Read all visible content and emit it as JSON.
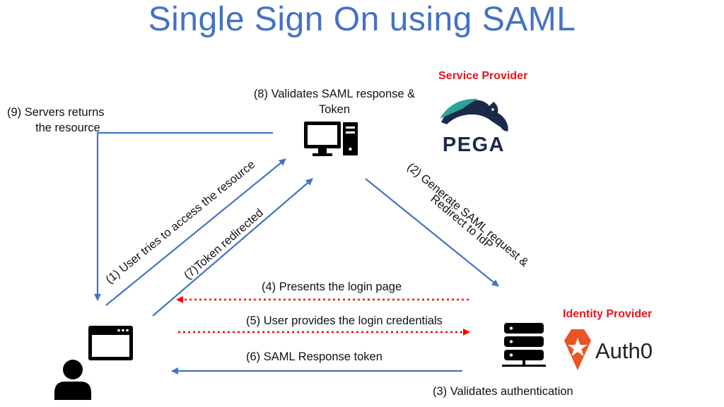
{
  "title": "Single Sign On using SAML",
  "service_provider": {
    "role_label": "Service Provider",
    "logo_text": "PEGA",
    "logo_icon": "pega-horse-logo"
  },
  "identity_provider": {
    "role_label": "Identity Provider",
    "logo_text": "Auth0",
    "logo_icon": "auth0-shield-logo"
  },
  "steps": {
    "s1": "(1) User tries to access the resource",
    "s2_line1": "(2) Generate SAML request &",
    "s2_line2": "Redirect to IdP",
    "s3": "(3) Validates authentication",
    "s4": "(4) Presents the login page",
    "s5": "(5) User provides the login credentials",
    "s6": "(6) SAML Response token",
    "s7": "(7)Token redirected",
    "s8_line1": "(8) Validates SAML response &",
    "s8_line2": "Token",
    "s9_line1": "(9) Servers returns",
    "s9_line2": "the resource"
  },
  "icons": [
    "computer-icon",
    "server-icon",
    "browser-window-icon",
    "user-icon"
  ],
  "colors": {
    "title": "#4472c4",
    "solid_arrow": "#4472c4",
    "dotted_arrow": "#ff0000",
    "role_label": "#e8141c",
    "auth0_orange": "#eb5424",
    "pega_teal": "#1f6f78",
    "pega_navy": "#1b2a4a"
  }
}
